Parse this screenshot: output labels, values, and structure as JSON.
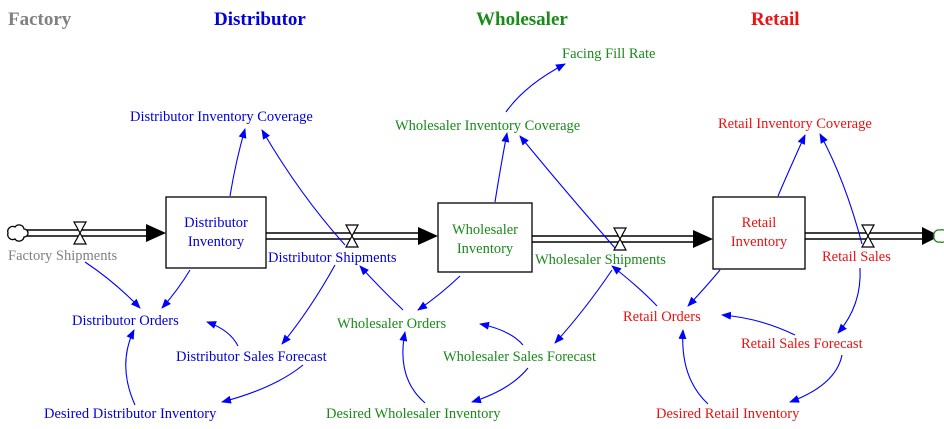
{
  "colors": {
    "factory": "#808080",
    "distributor": "#0000dd",
    "wholesaler": "#1a8a1a",
    "retail": "#ee1111",
    "flow": "#000000",
    "link": "#0000ff",
    "source_cloud": "#000000",
    "sink_cloud": "#1a8a1a"
  },
  "headers": {
    "factory": "Factory",
    "distributor": "Distributor",
    "wholesaler": "Wholesaler",
    "retail": "Retail"
  },
  "stocks": {
    "distributor_inventory": {
      "line1": "Distributor",
      "line2": "Inventory"
    },
    "wholesaler_inventory": {
      "line1": "Wholesaler",
      "line2": "Inventory"
    },
    "retail_inventory": {
      "line1": "Retail",
      "line2": "Inventory"
    }
  },
  "flows": {
    "factory_shipments": "Factory Shipments",
    "distributor_shipments": "Distributor Shipments",
    "wholesaler_shipments": "Wholesaler Shipments",
    "retail_sales": "Retail Sales"
  },
  "variables": {
    "distributor_inventory_coverage": "Distributor Inventory Coverage",
    "distributor_orders": "Distributor Orders",
    "distributor_sales_forecast": "Distributor Sales Forecast",
    "desired_distributor_inventory": "Desired Distributor Inventory",
    "facing_fill_rate": "Facing Fill Rate",
    "wholesaler_inventory_coverage": "Wholesaler Inventory Coverage",
    "wholesaler_orders": "Wholesaler Orders",
    "wholesaler_sales_forecast": "Wholesaler Sales Forecast",
    "desired_wholesaler_inventory": "Desired Wholesaler Inventory",
    "retail_inventory_coverage": "Retail Inventory Coverage",
    "retail_orders": "Retail Orders",
    "retail_sales_forecast": "Retail Sales Forecast",
    "desired_retail_inventory": "Desired Retail Inventory"
  }
}
